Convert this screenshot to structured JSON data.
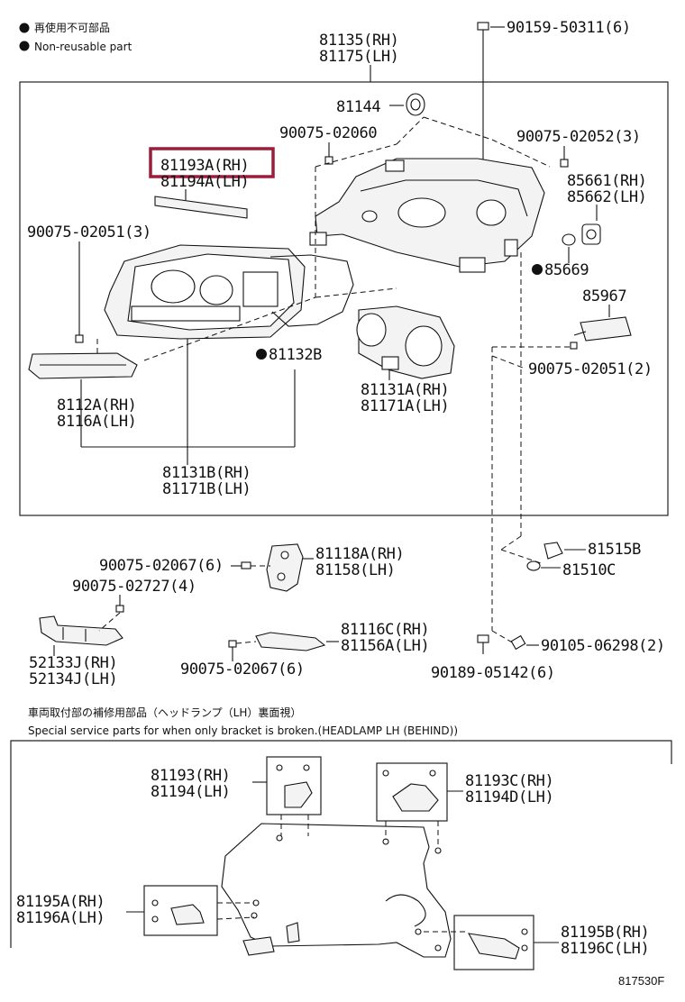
{
  "legend": {
    "nonreusable_jp": "再使用不可部品",
    "nonreusable_en": "Non-reusable part"
  },
  "section_note": {
    "jp": "車両取付部の補修用部品（ヘッドランプ（LH）裏面視）",
    "en": "Special service parts for when only bracket is broken.(HEADLAMP LH (BEHIND))"
  },
  "figure_code": "817530F",
  "highlight_color": "#9b1d3b",
  "parts": {
    "p81135": "81135(RH)",
    "p81175": "81175(LH)",
    "p90159": "90159-50311(6)",
    "p81144": "81144",
    "p90075_02060": "90075-02060",
    "p90075_02052": "90075-02052(3)",
    "p81193a": "81193A(RH)",
    "p81194a": "81194A(LH)",
    "p85661": "85661(RH)",
    "p85662": "85662(LH)",
    "p90075_02051_3": "90075-02051(3)",
    "p85669": "85669",
    "p85967": "85967",
    "p81132b": "81132B",
    "p90075_02051_2": "90075-02051(2)",
    "p8112a": "8112A(RH)",
    "p8116a": "8116A(LH)",
    "p81131a": "81131A(RH)",
    "p81171a": "81171A(LH)",
    "p81131b": "81131B(RH)",
    "p81171b": "81171B(LH)",
    "p81118a": "81118A(RH)",
    "p81158": "81158(LH)",
    "p81515b": "81515B",
    "p81510c": "81510C",
    "p90075_02067_top": "90075-02067(6)",
    "p90075_02727": "90075-02727(4)",
    "p81116c": "81116C(RH)",
    "p81156a": "81156A(LH)",
    "p52133j": "52133J(RH)",
    "p52134j": "52134J(LH)",
    "p90105": "90105-06298(2)",
    "p90075_02067_bot": "90075-02067(6)",
    "p90189": "90189-05142(6)",
    "p81193": "81193(RH)",
    "p81194": "81194(LH)",
    "p81193c": "81193C(RH)",
    "p81194d": "81194D(LH)",
    "p81195a": "81195A(RH)",
    "p81196a": "81196A(LH)",
    "p81195b": "81195B(RH)",
    "p81196c": "81196C(LH)"
  }
}
